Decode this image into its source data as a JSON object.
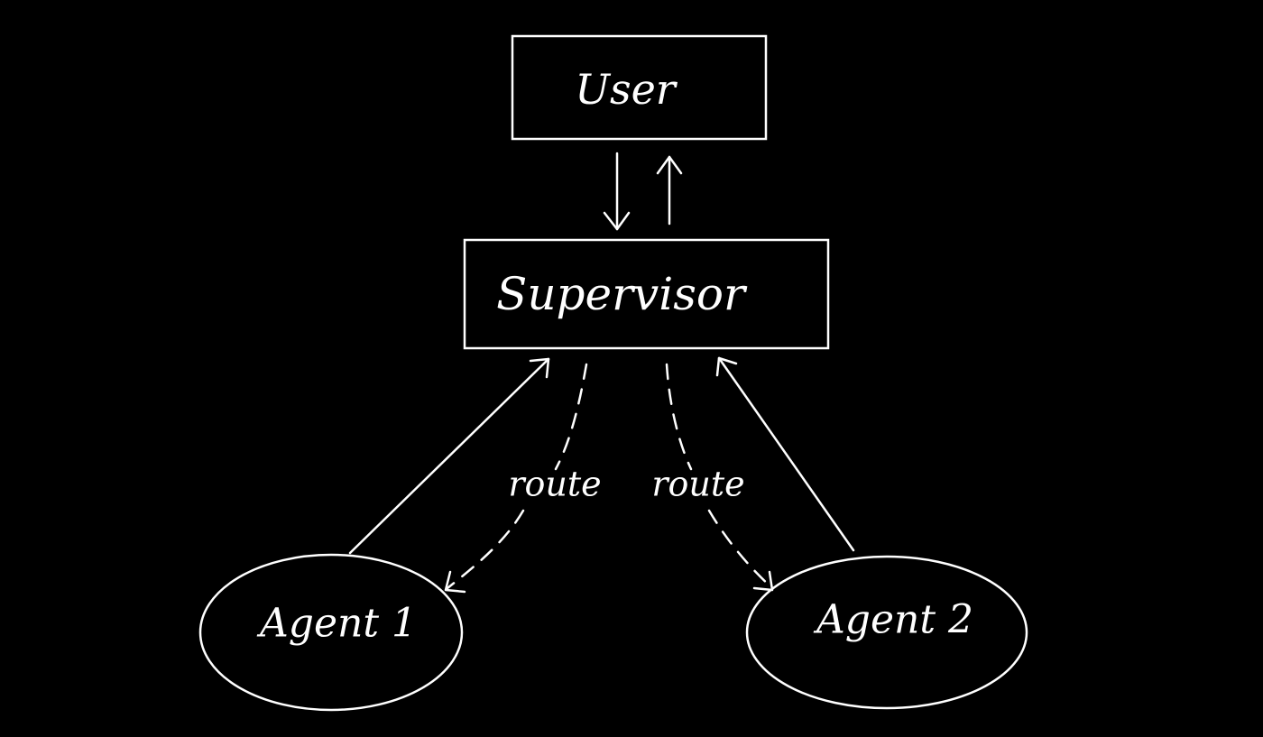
{
  "diagram": {
    "background": "#000000",
    "stroke_color": "#ffffff",
    "nodes": {
      "user": {
        "label": "User",
        "shape": "rectangle"
      },
      "supervisor": {
        "label": "Supervisor",
        "shape": "rectangle"
      },
      "agent1": {
        "label": "Agent 1",
        "shape": "ellipse"
      },
      "agent2": {
        "label": "Agent 2",
        "shape": "ellipse"
      }
    },
    "edges": {
      "user_to_supervisor": {
        "from": "User",
        "to": "Supervisor",
        "style": "solid"
      },
      "supervisor_to_user": {
        "from": "Supervisor",
        "to": "User",
        "style": "solid"
      },
      "agent1_to_supervisor": {
        "from": "Agent 1",
        "to": "Supervisor",
        "style": "solid"
      },
      "agent2_to_supervisor": {
        "from": "Agent 2",
        "to": "Supervisor",
        "style": "solid"
      },
      "route_to_agent1": {
        "from": "Supervisor",
        "to": "Agent 1",
        "style": "dashed",
        "label": "route"
      },
      "route_to_agent2": {
        "from": "Supervisor",
        "to": "Agent 2",
        "style": "dashed",
        "label": "route"
      }
    }
  }
}
